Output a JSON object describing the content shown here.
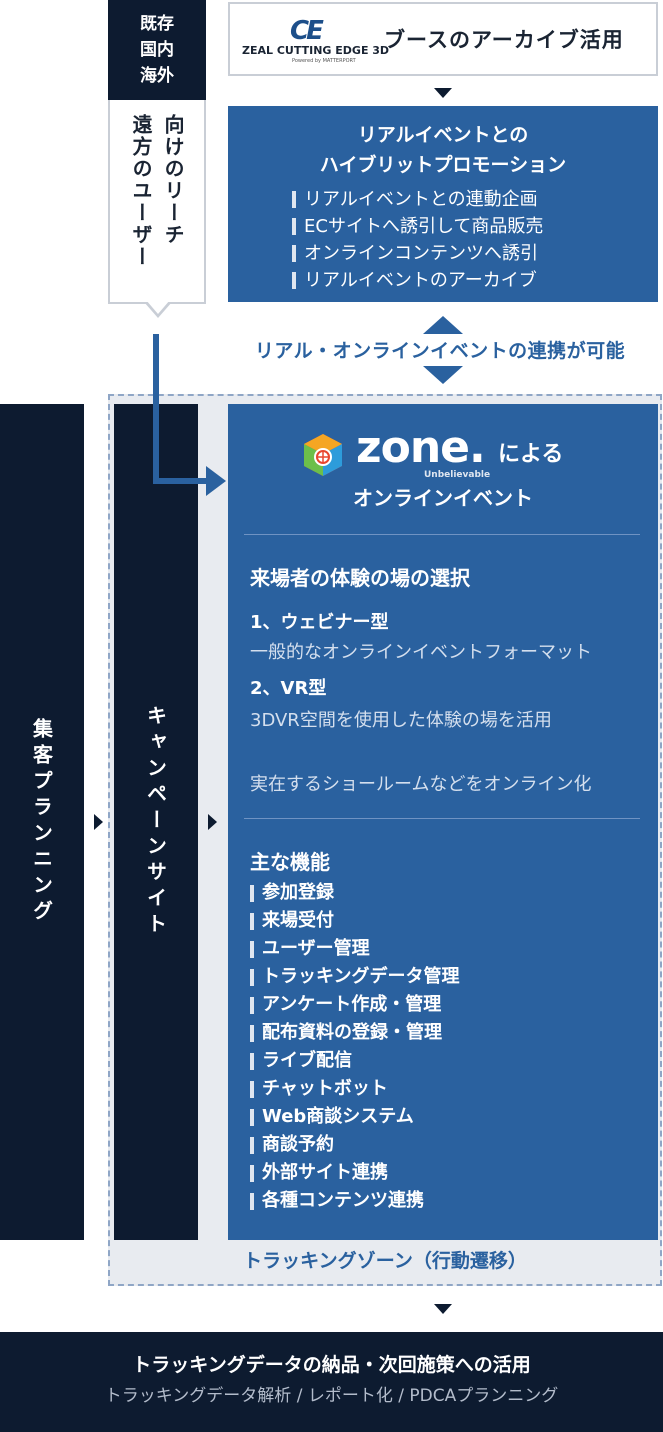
{
  "left_tag": {
    "dark_lines": [
      "既存",
      "国内",
      "海外"
    ],
    "light_lines": [
      "遠方のユーザー",
      "向けのリーチ"
    ]
  },
  "archive": {
    "logo_mark": "CE",
    "logo_name": "ZEAL CUTTING EDGE 3D",
    "logo_sub": "Powered by MATTERPORT",
    "title": "ブースのアーカイブ活用"
  },
  "hybrid": {
    "title_lines": [
      "リアルイベントとの",
      "ハイブリットプロモーション"
    ],
    "items": [
      "リアルイベントとの連動企画",
      "ECサイトへ誘引して商品販売",
      "オンラインコンテンツへ誘引",
      "リアルイベントのアーカイブ"
    ]
  },
  "linkage_text": "リアル・オンラインイベントの連携が可能",
  "columns": {
    "planning": "集客プランニング",
    "campaign": "キャンペーンサイト"
  },
  "zone": {
    "logo_word": "zone.",
    "logo_tagline": "Unbelievable",
    "by_text": "による",
    "subtitle": "オンラインイベント",
    "experience_title": "来場者の体験の場の選択",
    "webinar_title": "1、ウェビナー型",
    "webinar_desc": "一般的なオンラインイベントフォーマット",
    "vr_title": "2、VR型",
    "vr_desc": "3DVR空間を使用した体験の場を活用",
    "showroom_desc": "実在するショールームなどをオンライン化",
    "features_title": "主な機能",
    "features": [
      "参加登録",
      "来場受付",
      "ユーザー管理",
      "トラッキングデータ管理",
      "アンケート作成・管理",
      "配布資料の登録・管理",
      "ライブ配信",
      "チャットボット",
      "Web商談システム",
      "商談予約",
      "外部サイト連携",
      "各種コンテンツ連携"
    ]
  },
  "tracking_zone_label": "トラッキングゾーン（行動遷移）",
  "delivery": {
    "title": "トラッキングデータの納品・次回施策への活用",
    "subtitle": "トラッキングデータ解析 / レポート化 / PDCAプランニング"
  },
  "colors": {
    "navy": "#0d1b30",
    "blue": "#2a619f",
    "zone_bg": "#e8ebf0"
  }
}
